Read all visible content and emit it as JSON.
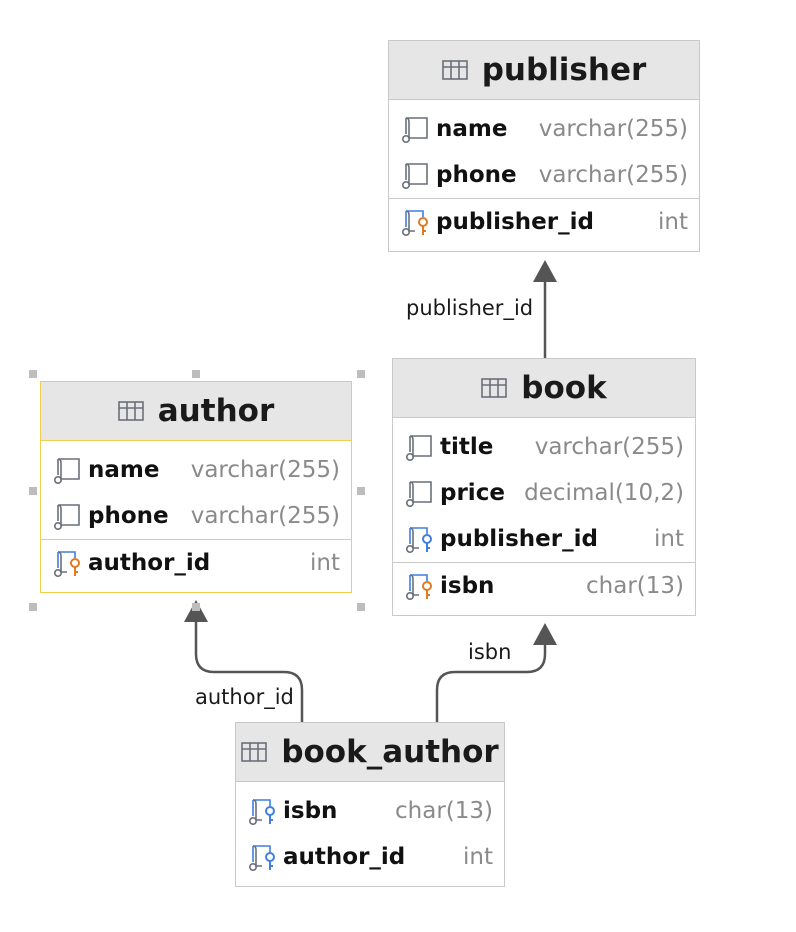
{
  "entities": {
    "publisher": {
      "name": "publisher",
      "fields": [
        {
          "name": "name",
          "type": "varchar(255)"
        },
        {
          "name": "phone",
          "type": "varchar(255)"
        }
      ],
      "key_fields": [
        {
          "name": "publisher_id",
          "type": "int"
        }
      ]
    },
    "book": {
      "name": "book",
      "fields": [
        {
          "name": "title",
          "type": "varchar(255)"
        },
        {
          "name": "price",
          "type": "decimal(10,2)"
        },
        {
          "name": "publisher_id",
          "type": "int"
        }
      ],
      "key_fields": [
        {
          "name": "isbn",
          "type": "char(13)"
        }
      ]
    },
    "author": {
      "name": "author",
      "fields": [
        {
          "name": "name",
          "type": "varchar(255)"
        },
        {
          "name": "phone",
          "type": "varchar(255)"
        }
      ],
      "key_fields": [
        {
          "name": "author_id",
          "type": "int"
        }
      ]
    },
    "book_author": {
      "name": "book_author",
      "fields": [
        {
          "name": "isbn",
          "type": "char(13)"
        },
        {
          "name": "author_id",
          "type": "int"
        }
      ]
    }
  },
  "relations": {
    "book_publisher": "publisher_id",
    "book_author_book": "isbn",
    "book_author_author": "author_id"
  },
  "icons": {
    "table": "table-icon",
    "column": "column-icon",
    "primary_key": "primary-key-icon",
    "foreign_key": "foreign-key-icon"
  },
  "colors": {
    "header_bg": "#e6e6e6",
    "border": "#c9c9c9",
    "selection": "#f0cf4f",
    "primary_key": "#e07b1f",
    "foreign_key": "#3f7fe0",
    "type_text": "#8a8a8a",
    "edge": "#555555"
  }
}
